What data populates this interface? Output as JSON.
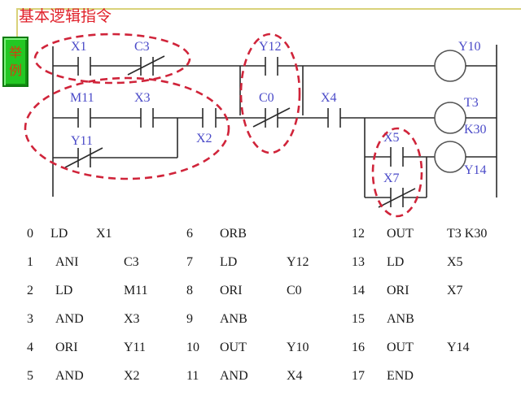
{
  "title": "基本逻辑指令",
  "example_button": {
    "line1": "举",
    "line2": "例"
  },
  "colors": {
    "title": "#e0202a",
    "label": "#4a4ac8",
    "highlight_ellipse": "#d0243a",
    "example_button": "#23c823",
    "frame": "#d9d27a"
  },
  "ladder": {
    "contacts": {
      "x1": "X1",
      "c3": "C3",
      "y12": "Y12",
      "m11": "M11",
      "x3": "X3",
      "x2": "X2",
      "c0": "C0",
      "x4": "X4",
      "y11": "Y11",
      "x5": "X5",
      "x7": "X7"
    },
    "coils": {
      "y10": "Y10",
      "t3": "T3",
      "t3_preset": "K30",
      "y14": "Y14"
    }
  },
  "instructions": [
    {
      "step": "0",
      "op": "LD",
      "operand": "X1"
    },
    {
      "step": "1",
      "op": "ANI",
      "operand": "C3"
    },
    {
      "step": "2",
      "op": "LD",
      "operand": "M11"
    },
    {
      "step": "3",
      "op": "AND",
      "operand": "X3"
    },
    {
      "step": "4",
      "op": "ORI",
      "operand": "Y11"
    },
    {
      "step": "5",
      "op": "AND",
      "operand": "X2"
    },
    {
      "step": "6",
      "op": "ORB",
      "operand": ""
    },
    {
      "step": "7",
      "op": "LD",
      "operand": "Y12"
    },
    {
      "step": "8",
      "op": "ORI",
      "operand": "C0"
    },
    {
      "step": "9",
      "op": "ANB",
      "operand": ""
    },
    {
      "step": "10",
      "op": "OUT",
      "operand": "Y10"
    },
    {
      "step": "11",
      "op": "AND",
      "operand": "X4"
    },
    {
      "step": "12",
      "op": "OUT",
      "operand": "T3  K30"
    },
    {
      "step": "13",
      "op": "LD",
      "operand": "X5"
    },
    {
      "step": "14",
      "op": "ORI",
      "operand": "X7"
    },
    {
      "step": "15",
      "op": "ANB",
      "operand": ""
    },
    {
      "step": "16",
      "op": "OUT",
      "operand": "Y14"
    },
    {
      "step": "17",
      "op": "END",
      "operand": ""
    }
  ]
}
